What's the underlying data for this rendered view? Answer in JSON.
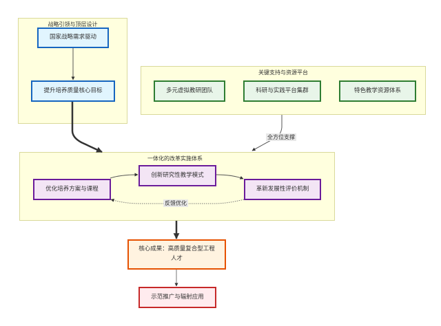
{
  "diagram": {
    "type": "flowchart",
    "clusters": {
      "strategy": {
        "title": "战略引领与顶层设计"
      },
      "support": {
        "title": "关键支持与资源平台"
      },
      "reform": {
        "title": "一体化的改革实施体系"
      }
    },
    "nodes": {
      "national_drive": {
        "label": "国家战略需求驱动"
      },
      "core_goal": {
        "label": "提升培养质量核心目标"
      },
      "virtual_team": {
        "label": "多元虚拟教研团队"
      },
      "research_platform": {
        "label": "科研与实践平台集群"
      },
      "teaching_resources": {
        "label": "特色教学资源体系"
      },
      "optimize_plan": {
        "label": "优化培养方案与课程"
      },
      "innovative_teaching": {
        "label": "创新研究性教学模式"
      },
      "reform_evaluation": {
        "label": "革新发展性评价机制"
      },
      "core_outcome": {
        "label": "核心成果：高质量复合型工程人才"
      },
      "demonstration": {
        "label": "示范推广与辐射应用"
      }
    },
    "edges": {
      "support_to_reform": {
        "label": "全方位支撑"
      },
      "feedback": {
        "label": "反馈优化"
      }
    },
    "colors": {
      "cluster_fill": "#ffffde",
      "cluster_border": "#d9d99a",
      "blue_border": "#1565c0",
      "green_border": "#2e7d32",
      "purple_border": "#6a1b9a",
      "orange_border": "#e65100",
      "red_border": "#c62828"
    }
  }
}
